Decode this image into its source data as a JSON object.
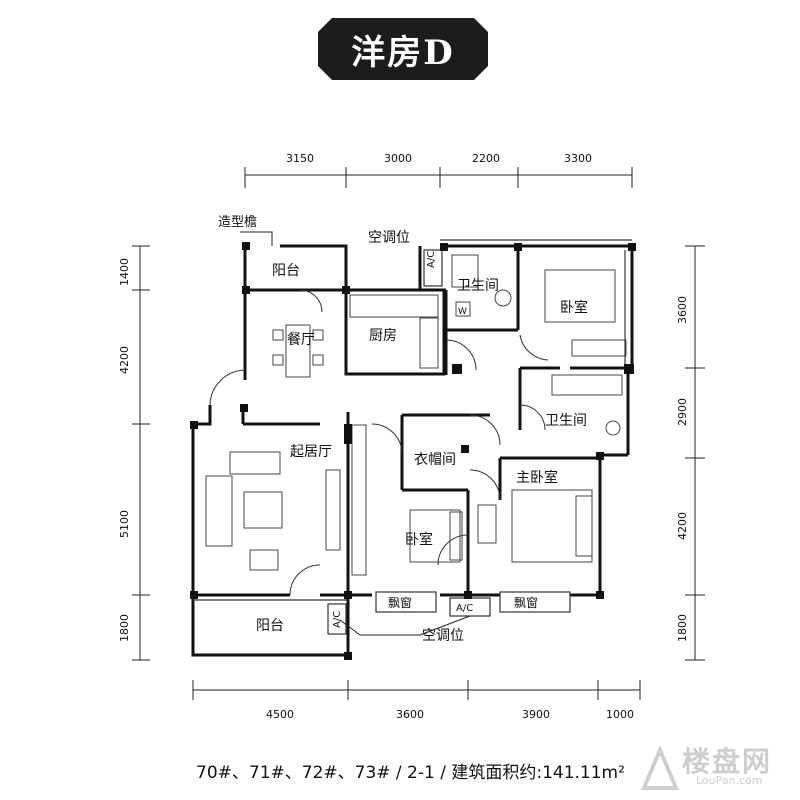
{
  "title": "洋房D",
  "dims": {
    "top": [
      "3150",
      "3000",
      "2200",
      "3300"
    ],
    "bottom": [
      "4500",
      "3600",
      "3900",
      "1000"
    ],
    "left": [
      "1400",
      "4200",
      "5100",
      "1800"
    ],
    "right": [
      "3600",
      "2900",
      "4200",
      "1800"
    ]
  },
  "rooms": {
    "eave": "造型檐",
    "balcony_top": "阳台",
    "ac_top": "空调位",
    "ac_code": "A/C",
    "bath1": "卫生间",
    "bedroom_ne": "卧室",
    "dining": "餐厅",
    "kitchen": "厨房",
    "bath2": "卫生间",
    "living": "起居厅",
    "wardrobe": "衣帽间",
    "master": "主卧室",
    "bedroom_s": "卧室",
    "bay1": "飘窗",
    "bay2": "飘窗",
    "balcony_bottom": "阳台",
    "ac_bottom": "空调位",
    "ac_code2": "A/C",
    "ac_code3": "A/C",
    "washer": "W"
  },
  "footer": "70#、71#、72#、73# / 2-1 / 建筑面积约:141.11m²",
  "watermark": {
    "cn": "楼盘网",
    "en": "LouPan.com"
  }
}
